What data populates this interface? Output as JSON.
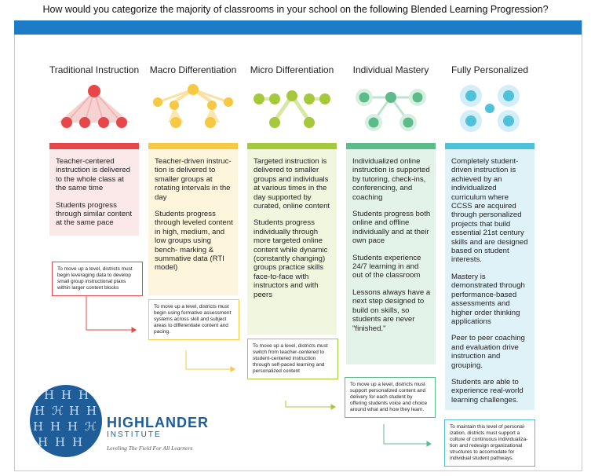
{
  "question": "How would you categorize the majority of classrooms in your school on the following Blended Learning Progression?",
  "colors": {
    "topbar": "#1e7bc6",
    "red": "#e8474a",
    "yellow": "#f7c842",
    "green": "#a6c93c",
    "teal": "#5cbb8a",
    "blue": "#4fc1da",
    "logo": "#1f5d99"
  },
  "columns": [
    {
      "title": "Traditional Instruction",
      "icon": "whole-class-triangle-icon",
      "paragraphs": [
        "Teacher-centered instruction is delivered to the whole class at the same time",
        "Students progress through similar content at the same pace"
      ],
      "note": "To move up a level, districts must begin leveraging data to develop small group instructional plans within larger content blocks"
    },
    {
      "title": "Macro Differentiation",
      "icon": "small-groups-icon",
      "paragraphs": [
        "Teacher-driven instruc- tion is delivered to smaller groups at rotating intervals in the day",
        "Students progress through leveled content in high, medium, and low groups using bench- marking & summative data (RTI model)"
      ],
      "note": "To move up a level, districts must begin using formative assessment systems across skill and subject areas to differentiate content and pacing."
    },
    {
      "title": "Micro Differentiation",
      "icon": "targeted-groups-icon",
      "paragraphs": [
        "Targeted instruction is delivered to smaller groups and individuals at various times in the day supported by curated, online content",
        "Students progress individually through more targeted online content while dynamic (constantly changing) groups practice skills face-to-face with instructors and with peers"
      ],
      "note": "To move up a level, districts must switch  from teacher-centered to student-centered instruction through self-paced learning and personalized content"
    },
    {
      "title": "Individual Mastery",
      "icon": "individual-network-icon",
      "paragraphs": [
        "Individualized online instruction is supported by tutoring, check-ins, conferencing, and coaching",
        "Students progress both online and offline individually and at their own pace",
        "Students experience 24/7 learning in and out of the classroom",
        "Lessons always have a next step designed to build on skills, so students are never \"finished.\""
      ],
      "note": "To move up a level, districts must support personalized content and delivery for each student by offering students voice and choice around what and how they learn."
    },
    {
      "title": "Fully Personalized",
      "icon": "personalized-cluster-icon",
      "paragraphs": [
        "Completely student-driven instruction is achieved by an individualized curriculum where CCSS are acquired through personalized projects that build essential 21st century skills and are designed based on student interests.",
        "Mastery is demonstrated through performance-based assessments and higher order thinking applications",
        "Peer to peer coaching and evaluation drive instruction and grouping.",
        "Students are able to experience real-world learning challenges."
      ],
      "note": "To maintain this level of personal- ization, districts must support a culture of continuous individualiza- tion and redesign organizational structures to accomodate for individual student pathways."
    }
  ],
  "logo": {
    "name": "HIGHLANDER",
    "sub": "INSTITUTE",
    "tagline": "Leveling The Field For All Learners"
  }
}
